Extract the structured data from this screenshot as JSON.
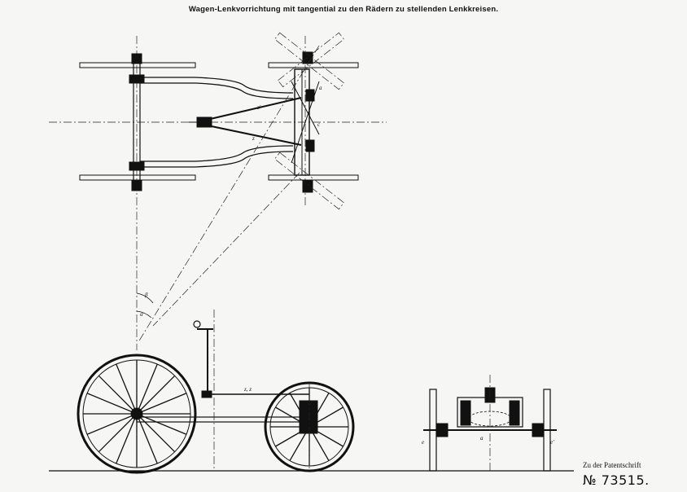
{
  "document": {
    "title": "Wagen-Lenkvorrichtung mit tangential zu den Rädern zu stellenden Lenkkreisen.",
    "patent_label": "Zu der Patentschrift",
    "patent_number": "№ 73515."
  },
  "drawing_labels": {
    "angle_beta": "β",
    "angle_alpha": "α",
    "rod_label_plan": "z",
    "rod_label_plan_upper": "z'",
    "rod_label_side": "z, z",
    "mark_e": "e",
    "mark_e_prime": "e'",
    "mark_a": "a",
    "mark_c": "c"
  }
}
